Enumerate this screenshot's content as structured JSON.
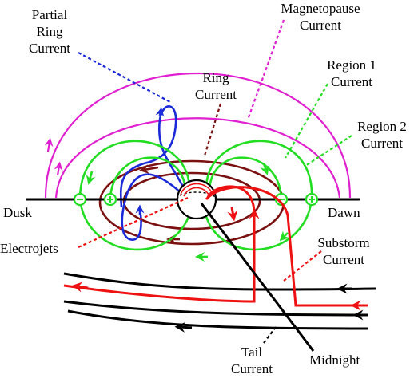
{
  "labels": {
    "partial_ring_current": [
      "Partial",
      "Ring",
      "Current"
    ],
    "magnetopause_current": [
      "Magnetopause",
      "Current"
    ],
    "ring_current": [
      "Ring",
      "Current"
    ],
    "region1_current": [
      "Region 1",
      "Current"
    ],
    "region2_current": [
      "Region 2",
      "Current"
    ],
    "dusk": "Dusk",
    "dawn": "Dawn",
    "electrojets": "Electrojets",
    "substorm_current": [
      "Substorm",
      "Current"
    ],
    "tail_current": [
      "Tail",
      "Current"
    ],
    "midnight": "Midnight"
  },
  "colors": {
    "magnetopause": "#e020d0",
    "partial_ring": "#1a2ad8",
    "ring": "#7a1010",
    "region": "#22dd22",
    "substorm": "#ee1111",
    "tail": "#000000",
    "electrojet_leader": "#ee1111"
  }
}
